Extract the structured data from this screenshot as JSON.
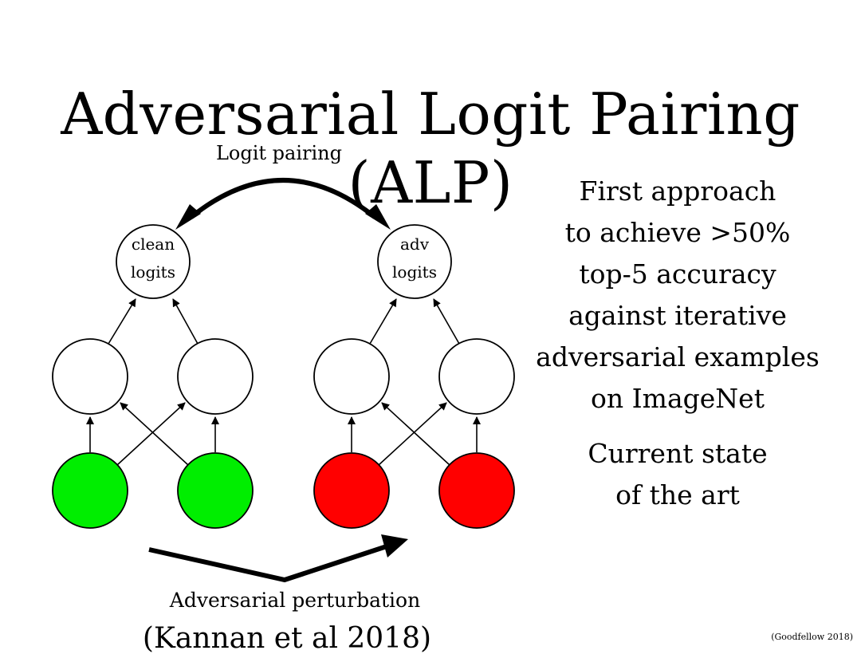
{
  "title": "Adversarial Logit Pairing (ALP)",
  "diagram": {
    "logit_pairing_label": "Logit pairing",
    "clean_logits": {
      "line1": "clean",
      "line2": "logits"
    },
    "adv_logits": {
      "line1": "adv",
      "line2": "logits"
    },
    "perturbation_label": "Adversarial perturbation",
    "colors": {
      "clean_input": "#00ee00",
      "adv_input": "#ff0000",
      "hidden": "#ffffff"
    }
  },
  "description": {
    "lines": [
      "First approach",
      "to achieve >50%",
      "top-5 accuracy",
      "against iterative",
      "adversarial examples",
      "on ImageNet"
    ],
    "status_lines": [
      "Current state",
      "of the art"
    ]
  },
  "citation": "(Kannan et al 2018)",
  "credit": "(Goodfellow 2018)"
}
